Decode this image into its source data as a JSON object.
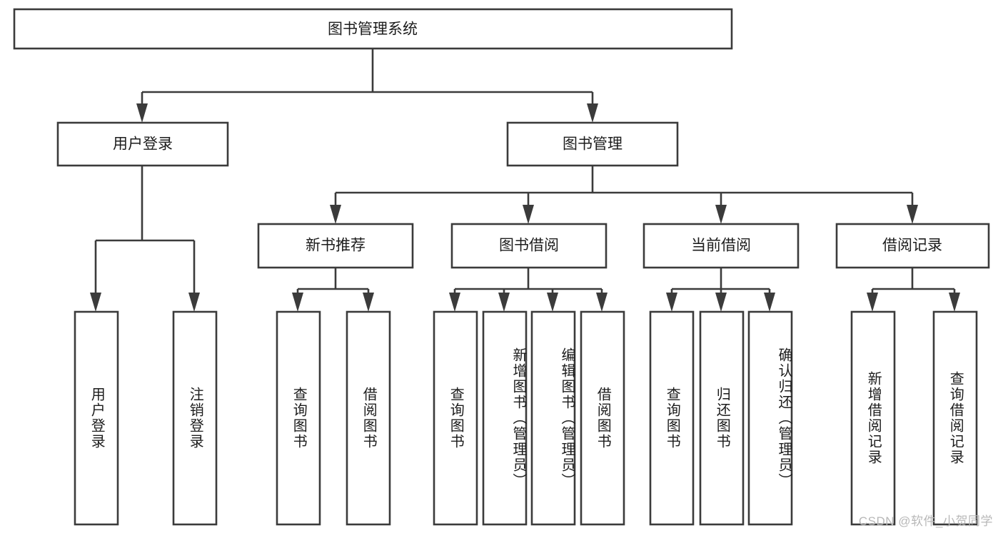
{
  "diagram": {
    "type": "hierarchy-tree",
    "title_node": {
      "label": "图书管理系统"
    },
    "level2": [
      {
        "id": "user-login",
        "label": "用户登录"
      },
      {
        "id": "book-management",
        "label": "图书管理"
      }
    ],
    "level3": [
      {
        "id": "new-book-recommend",
        "label": "新书推荐",
        "parent": "book-management"
      },
      {
        "id": "book-borrow",
        "label": "图书借阅",
        "parent": "book-management"
      },
      {
        "id": "current-borrow",
        "label": "当前借阅",
        "parent": "book-management"
      },
      {
        "id": "borrow-record",
        "label": "借阅记录",
        "parent": "book-management"
      }
    ],
    "leaves": {
      "user-login": [
        {
          "id": "leaf-user-login",
          "label": "用户登录"
        },
        {
          "id": "leaf-logout-login",
          "label": "注销登录"
        }
      ],
      "new-book-recommend": [
        {
          "id": "leaf-query-book-1",
          "label": "查询图书"
        },
        {
          "id": "leaf-borrow-book-1",
          "label": "借阅图书"
        }
      ],
      "book-borrow": [
        {
          "id": "leaf-query-book-2",
          "label": "查询图书"
        },
        {
          "id": "leaf-add-book-admin",
          "label": "新增图书（管理员）"
        },
        {
          "id": "leaf-edit-book-admin",
          "label": "编辑图书（管理员）"
        },
        {
          "id": "leaf-borrow-book-2",
          "label": "借阅图书"
        }
      ],
      "current-borrow": [
        {
          "id": "leaf-query-book-3",
          "label": "查询图书"
        },
        {
          "id": "leaf-return-book",
          "label": "归还图书"
        },
        {
          "id": "leaf-confirm-return-admin",
          "label": "确认归还（管理员）"
        }
      ],
      "borrow-record": [
        {
          "id": "leaf-add-borrow-record",
          "label": "新增借阅记录"
        },
        {
          "id": "leaf-query-borrow-record",
          "label": "查询借阅记录"
        }
      ]
    },
    "colors": {
      "stroke": "#3b3b3b",
      "fill": "#ffffff",
      "text": "#1c1c1c",
      "watermark": "#b8b8b8",
      "background": "#ffffff"
    }
  },
  "watermark": {
    "text": "CSDN @软件_小贺同学"
  }
}
